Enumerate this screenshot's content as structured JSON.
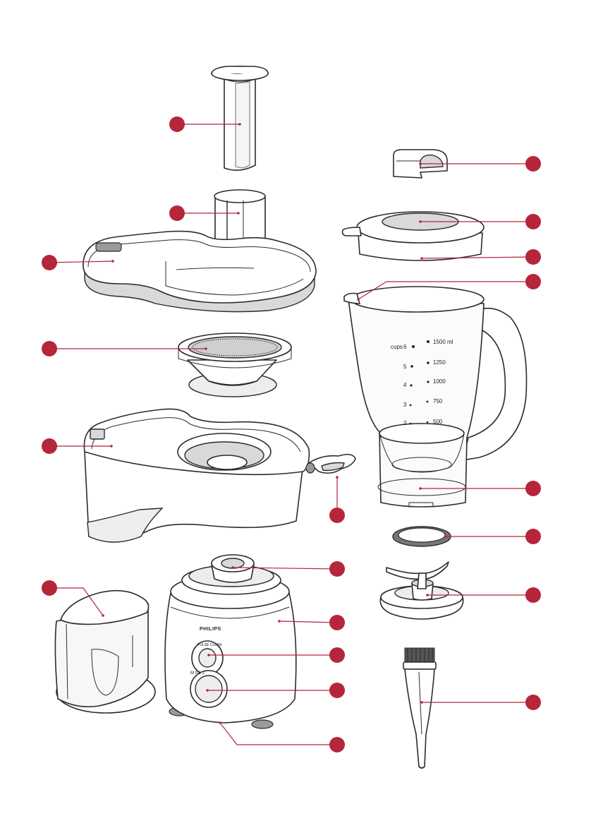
{
  "colors": {
    "callout": "#b5263b",
    "outline": "#2b2b2b",
    "shade": "#d9d9d9"
  },
  "jar_scale": {
    "cups_label": "cups",
    "marks": [
      {
        "cup": "6",
        "ml": "1500 ml"
      },
      {
        "cup": "5",
        "ml": "1250"
      },
      {
        "cup": "4",
        "ml": "1000"
      },
      {
        "cup": "3",
        "ml": "750"
      },
      {
        "cup": "2",
        "ml": "500"
      }
    ]
  },
  "base": {
    "brand": "PHILIPS",
    "button_label": "PULSE CLEAN",
    "knob_label": "M 0 1 2"
  },
  "callouts": [
    {
      "name": "callout-pusher",
      "icon": "pusher"
    },
    {
      "name": "callout-feed-tube",
      "icon": "feed-tube"
    },
    {
      "name": "callout-juicer-lid",
      "icon": "juicer-lid"
    },
    {
      "name": "callout-filter",
      "icon": "filter"
    },
    {
      "name": "callout-pulp-container",
      "icon": "pulp-container"
    },
    {
      "name": "callout-clamp",
      "icon": "clamp"
    },
    {
      "name": "callout-coupling",
      "icon": "coupling"
    },
    {
      "name": "callout-motor-unit",
      "icon": "motor-unit"
    },
    {
      "name": "callout-pulse-button",
      "icon": "pulse-button"
    },
    {
      "name": "callout-speed-knob",
      "icon": "speed-knob"
    },
    {
      "name": "callout-cord-storage",
      "icon": "cord-storage"
    },
    {
      "name": "callout-juice-jug",
      "icon": "juice-jug"
    },
    {
      "name": "callout-filler-cap",
      "icon": "filler-cap"
    },
    {
      "name": "callout-jar-lid-opening",
      "icon": "jar-lid"
    },
    {
      "name": "callout-jar-lid",
      "icon": "jar-lid"
    },
    {
      "name": "callout-spout",
      "icon": "spout"
    },
    {
      "name": "callout-blender-jar",
      "icon": "blender-jar"
    },
    {
      "name": "callout-sealing-ring",
      "icon": "sealing-ring"
    },
    {
      "name": "callout-blade-unit",
      "icon": "blade-unit"
    },
    {
      "name": "callout-brush",
      "icon": "brush"
    }
  ]
}
